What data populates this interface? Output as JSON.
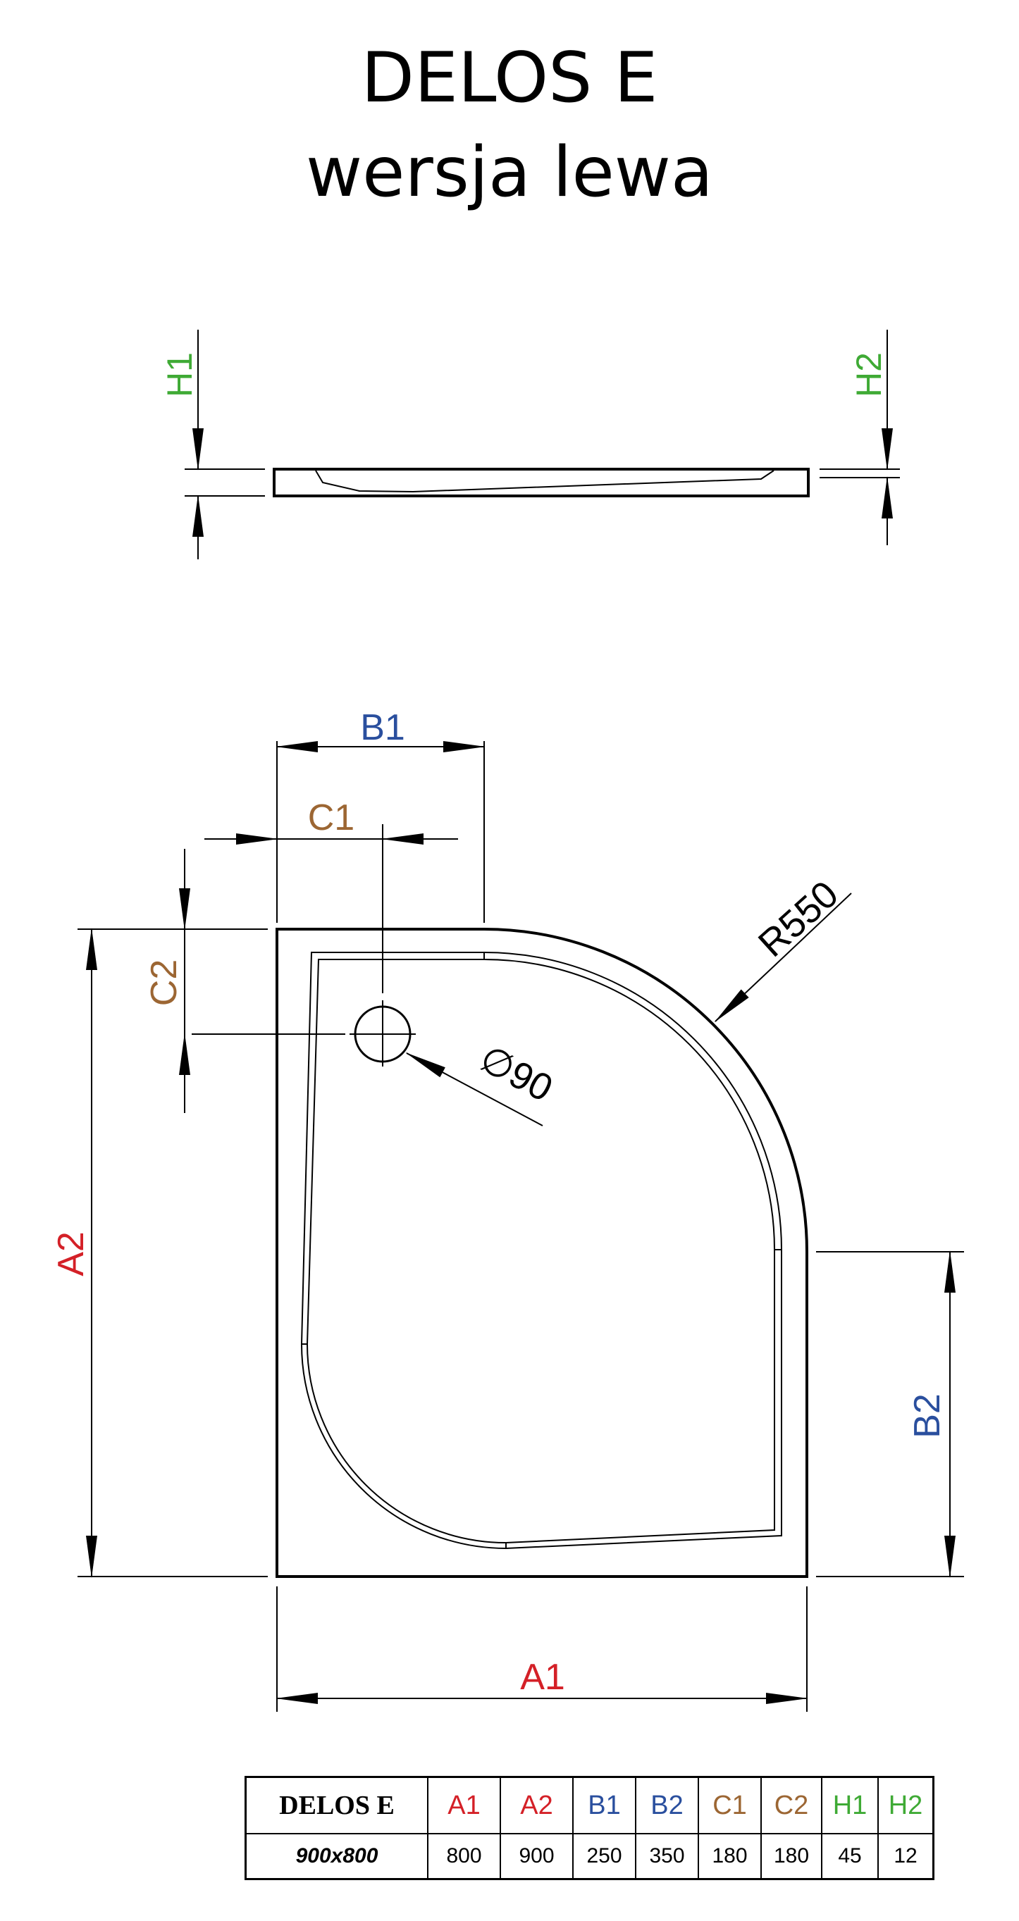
{
  "title": {
    "line1": "DELOS E",
    "line2": "wersja lewa"
  },
  "colors": {
    "red": "#d42027",
    "blue": "#2a4f9e",
    "brown": "#9c6633",
    "green": "#3faa35",
    "line": "#000000"
  },
  "labels": {
    "H1": "H1",
    "H2": "H2",
    "A1": "A1",
    "A2": "A2",
    "B1": "B1",
    "B2": "B2",
    "C1": "C1",
    "C2": "C2",
    "radius": "R550",
    "drain": "∅90"
  },
  "table": {
    "model": "DELOS E",
    "size": "900x800",
    "columns": [
      {
        "key": "A1",
        "color": "red",
        "value": "800"
      },
      {
        "key": "A2",
        "color": "red",
        "value": "900"
      },
      {
        "key": "B1",
        "color": "blue",
        "value": "250"
      },
      {
        "key": "B2",
        "color": "blue",
        "value": "350"
      },
      {
        "key": "C1",
        "color": "brown",
        "value": "180"
      },
      {
        "key": "C2",
        "color": "brown",
        "value": "180"
      },
      {
        "key": "H1",
        "color": "green",
        "value": "45"
      },
      {
        "key": "H2",
        "color": "green",
        "value": "12"
      }
    ]
  }
}
